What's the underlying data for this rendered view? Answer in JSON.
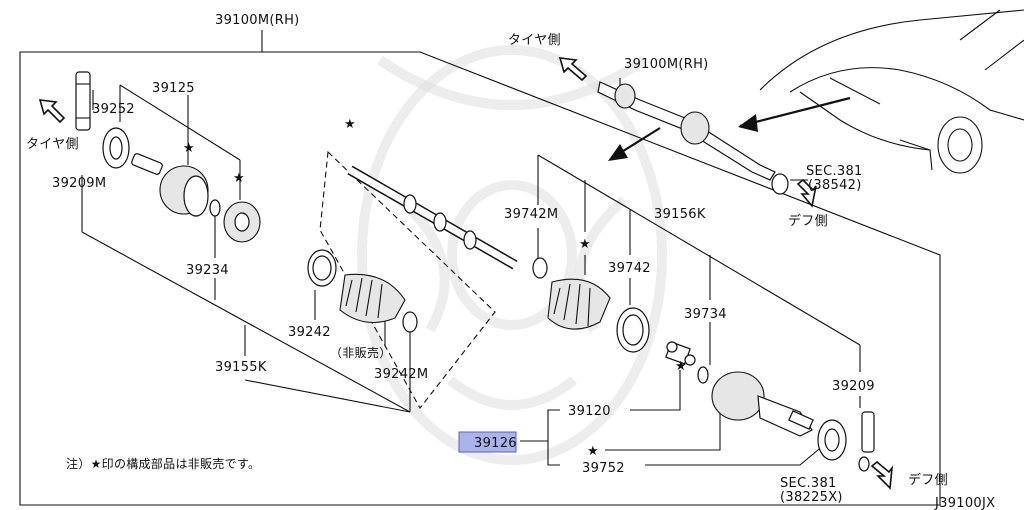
{
  "labels": {
    "assembly_rh_top": "39100M(RH)",
    "assembly_rh_small": "39100M(RH)",
    "p39125": "39125",
    "p39252": "39252",
    "tire_side_left": "タイヤ側",
    "p39209M": "39209M",
    "p39234": "39234",
    "p39242": "39242",
    "not_sold": "（非販売）",
    "p39155K": "39155K",
    "p39242M": "39242M",
    "p39742M": "39742M",
    "p39742": "39742",
    "p39156K": "39156K",
    "p39734": "39734",
    "p39209": "39209",
    "p39120": "39120",
    "p39126": "39126",
    "p39752": "39752",
    "tire_side_top": "タイヤ側",
    "sec381_top": "SEC.381",
    "sec381_top_ref": "(38542)",
    "diff_side_top": "デフ側",
    "sec381_bottom": "SEC.381",
    "sec381_bottom_ref": "(38225X)",
    "diff_side_bottom": "デフ側",
    "note": "注）★印の構成部品は非販売です。",
    "diagram_code": "J39100JX",
    "star": "★"
  },
  "highlight_color": "#aab4ea"
}
